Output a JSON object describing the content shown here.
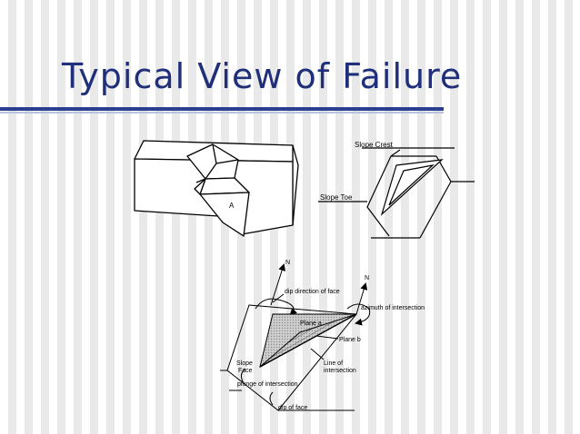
{
  "slide": {
    "title": "Typical View of Failure"
  },
  "figure_block": {
    "label": "A"
  },
  "figure_slope": {
    "slope_crest": "Slope Crest",
    "slope_toe": "Slope Toe"
  },
  "figure_stereo": {
    "north_left": "N",
    "north_right": "N",
    "dip_direction_of_face": "dip direction of face",
    "azimuth_of_intersection": "azimuth of intersection",
    "plane_a": "Plane a",
    "plane_b": "Plane b",
    "slope_face_1": "Slope",
    "slope_face_2": "Face",
    "line_of_intersection_1": "Line of",
    "line_of_intersection_2": "intersection",
    "plunge_of_intersection": "plunge of intersection",
    "dip_of_face": "dip of face"
  }
}
